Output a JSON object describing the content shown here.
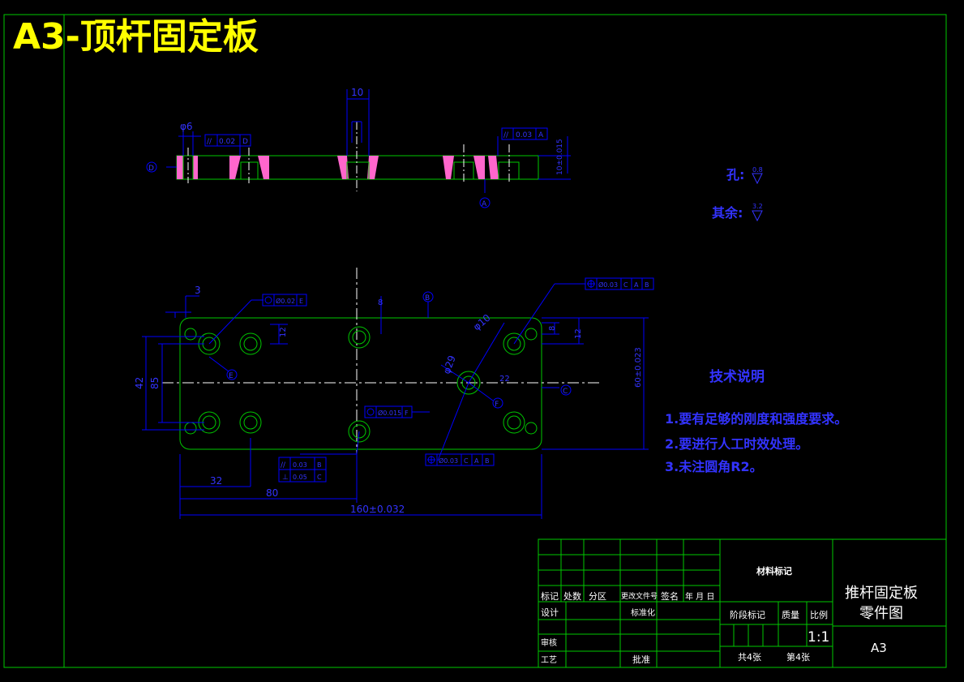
{
  "title": "A3-顶杆固定板",
  "colors": {
    "background": "#000000",
    "frame": "#00c800",
    "dim": "#0000ff",
    "text": "#3333ff",
    "accent": "#ffff00",
    "white": "#ffffff"
  },
  "top_view": {
    "dim_width_10": "10",
    "dim_phi6": "φ6",
    "tol_left": {
      "symbol": "//",
      "value": "0.02",
      "datum": "D"
    },
    "tol_right": {
      "symbol": "//",
      "value": "0.03",
      "datum": "A"
    },
    "thickness": "10±0.015",
    "datum_d": "D",
    "datum_a": "A"
  },
  "roughness": {
    "hole_label": "孔:",
    "hole_value": "0.8",
    "rest_label": "其余:",
    "rest_value": "3.2"
  },
  "front_view": {
    "tol_circ_top": {
      "value": "Ø0.02",
      "datum": "E"
    },
    "tol_pos_right": {
      "value": "Ø0.03",
      "datums": [
        "C",
        "A",
        "B"
      ]
    },
    "tol_circ_mid": {
      "value": "Ø0.015",
      "datum": "F"
    },
    "tol_pos_bottom": {
      "value": "Ø0.03",
      "datums": [
        "C",
        "A",
        "B"
      ]
    },
    "tol_stack": [
      {
        "symbol": "//",
        "value": "0.03",
        "datum": "B"
      },
      {
        "symbol": "⊥",
        "value": "0.05",
        "datum": "C"
      }
    ],
    "dim_3": "3",
    "dim_8": "8",
    "dim_12a": "12",
    "dim_12b": "12",
    "dim_8b": "8",
    "dim_phi10": "φ10",
    "dim_phi29": "φ29",
    "dim_22": "22",
    "dim_42": "42",
    "dim_85": "85",
    "dim_60": "60±0.023",
    "dim_32": "32",
    "dim_80": "80",
    "dim_160": "160±0.032",
    "datum_b": "B",
    "datum_c": "C",
    "datum_e": "E",
    "datum_f": "F"
  },
  "notes": {
    "heading": "技术说明",
    "items": [
      "1.要有足够的刚度和强度要求。",
      "2.要进行人工时效处理。",
      "3.未注圆角R2。"
    ]
  },
  "title_block": {
    "material_mark": "材料标记",
    "part_name": "推杆固定板",
    "drawing_type": "零件图",
    "header": [
      "标记",
      "处数",
      "分区",
      "更改文件号",
      "签名",
      "年 月 日"
    ],
    "design": "设计",
    "standardize": "标准化",
    "review": "审核",
    "process": "工艺",
    "approve": "批准",
    "stage_mark": "阶段标记",
    "weight": "质量",
    "scale_label": "比例",
    "scale_value": "1:1",
    "total_sheets": "共4张",
    "sheet_no": "第4张",
    "format": "A3"
  }
}
